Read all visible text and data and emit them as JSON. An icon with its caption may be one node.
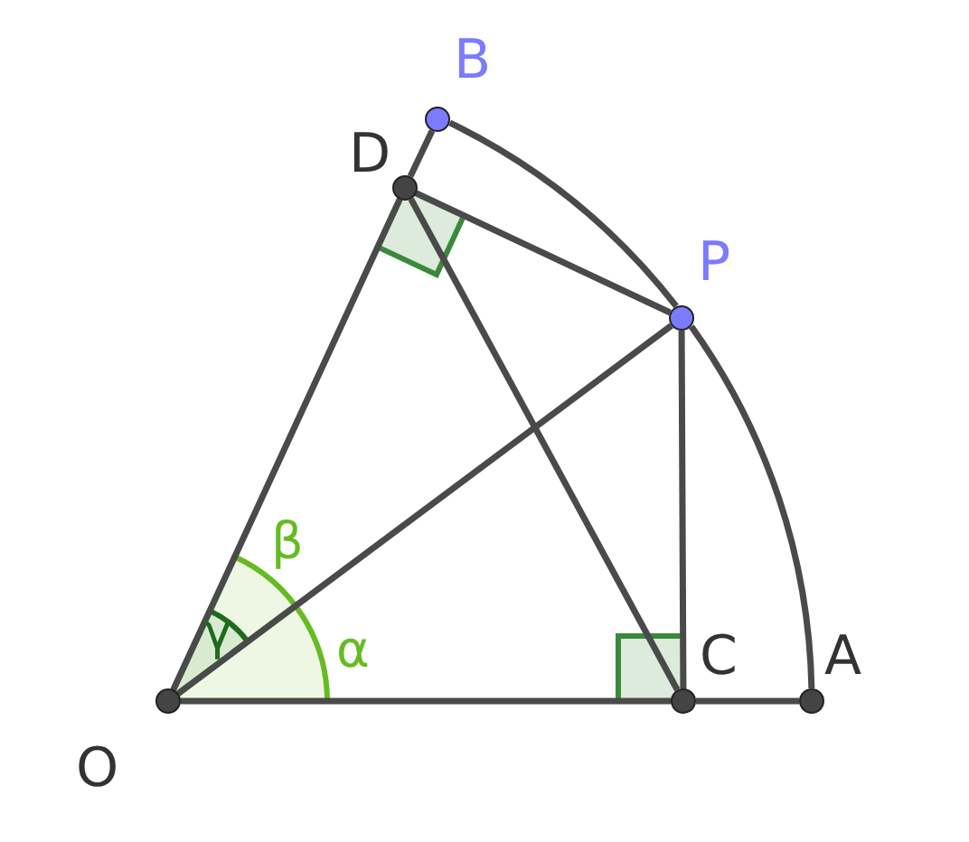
{
  "diagram": {
    "nodes": [
      {
        "text": [
          "B"
        ]
      },
      {
        "text": [
          "D"
        ]
      },
      {
        "text": [
          "P"
        ]
      },
      {
        "text": [
          "C"
        ]
      },
      {
        "text": [
          "A"
        ]
      },
      {
        "text": [
          "O"
        ]
      }
    ],
    "edges": [
      {
        "from": 5,
        "to": 3,
        "arrow": "none"
      },
      {
        "from": 3,
        "to": 4,
        "arrow": "none"
      },
      {
        "from": 5,
        "to": 1,
        "arrow": "none"
      },
      {
        "from": 1,
        "to": 0,
        "arrow": "none"
      },
      {
        "from": 5,
        "to": 2,
        "arrow": "none"
      },
      {
        "from": 1,
        "to": 2,
        "arrow": "none"
      },
      {
        "from": 1,
        "to": 3,
        "arrow": "none"
      },
      {
        "from": 2,
        "to": 3,
        "arrow": "none"
      },
      {
        "from": 4,
        "to": 2,
        "arrow": "none"
      },
      {
        "from": 2,
        "to": 0,
        "arrow": "none"
      }
    ],
    "labels": [
      "β",
      "γ",
      "α"
    ]
  }
}
